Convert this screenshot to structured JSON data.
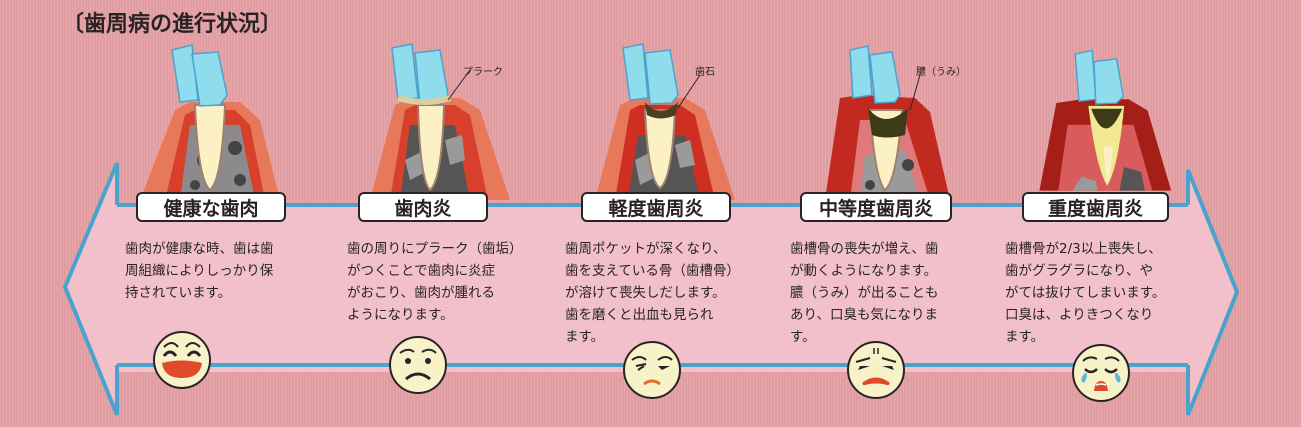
{
  "title": "〔歯周病の進行状況〕",
  "colors": {
    "background": "#e5a1a5",
    "arrow_fill": "#f1c0cb",
    "arrow_stroke": "#4aa3cc",
    "label_bg": "#ffffff",
    "text": "#2a2326",
    "face_fill": "#f7f2c8",
    "mouth_red": "#e04a2a",
    "tooth_crown": "#8fdcec",
    "gum_red": "#d9402c",
    "bone_gray": "#8c8a8c"
  },
  "stages": [
    {
      "label": "健康な歯肉",
      "description": "歯肉が健康な時、歯は歯\n周組織によりしっかり保\n持されています。",
      "callout": "",
      "face": "laughing-face"
    },
    {
      "label": "歯肉炎",
      "description": "歯の周りにプラーク（歯垢）\nがつくことで歯肉に炎症\nがおこり、歯肉が腫れる\nようになります。",
      "callout": "プラーク",
      "face": "worried-face"
    },
    {
      "label": "軽度歯周炎",
      "description": "歯周ポケットが深くなり、\n歯を支えている骨（歯槽骨）\nが溶けて喪失しだします。\n歯を磨くと出血も見られ\nます。",
      "callout": "歯石",
      "face": "wincing-face"
    },
    {
      "label": "中等度歯周炎",
      "description": "歯槽骨の喪失が増え、歯\nが動くようになります。\n膿（うみ）が出ることも\nあり、口臭も気になりま\nす。",
      "callout": "膿（うみ）",
      "face": "pained-face"
    },
    {
      "label": "重度歯周炎",
      "description": "歯槽骨が2/3以上喪失し、\n歯がグラグラになり、や\nがては抜けてしまいます。\n口臭は、よりきつくなり\nます。",
      "callout": "",
      "face": "crying-face"
    }
  ]
}
